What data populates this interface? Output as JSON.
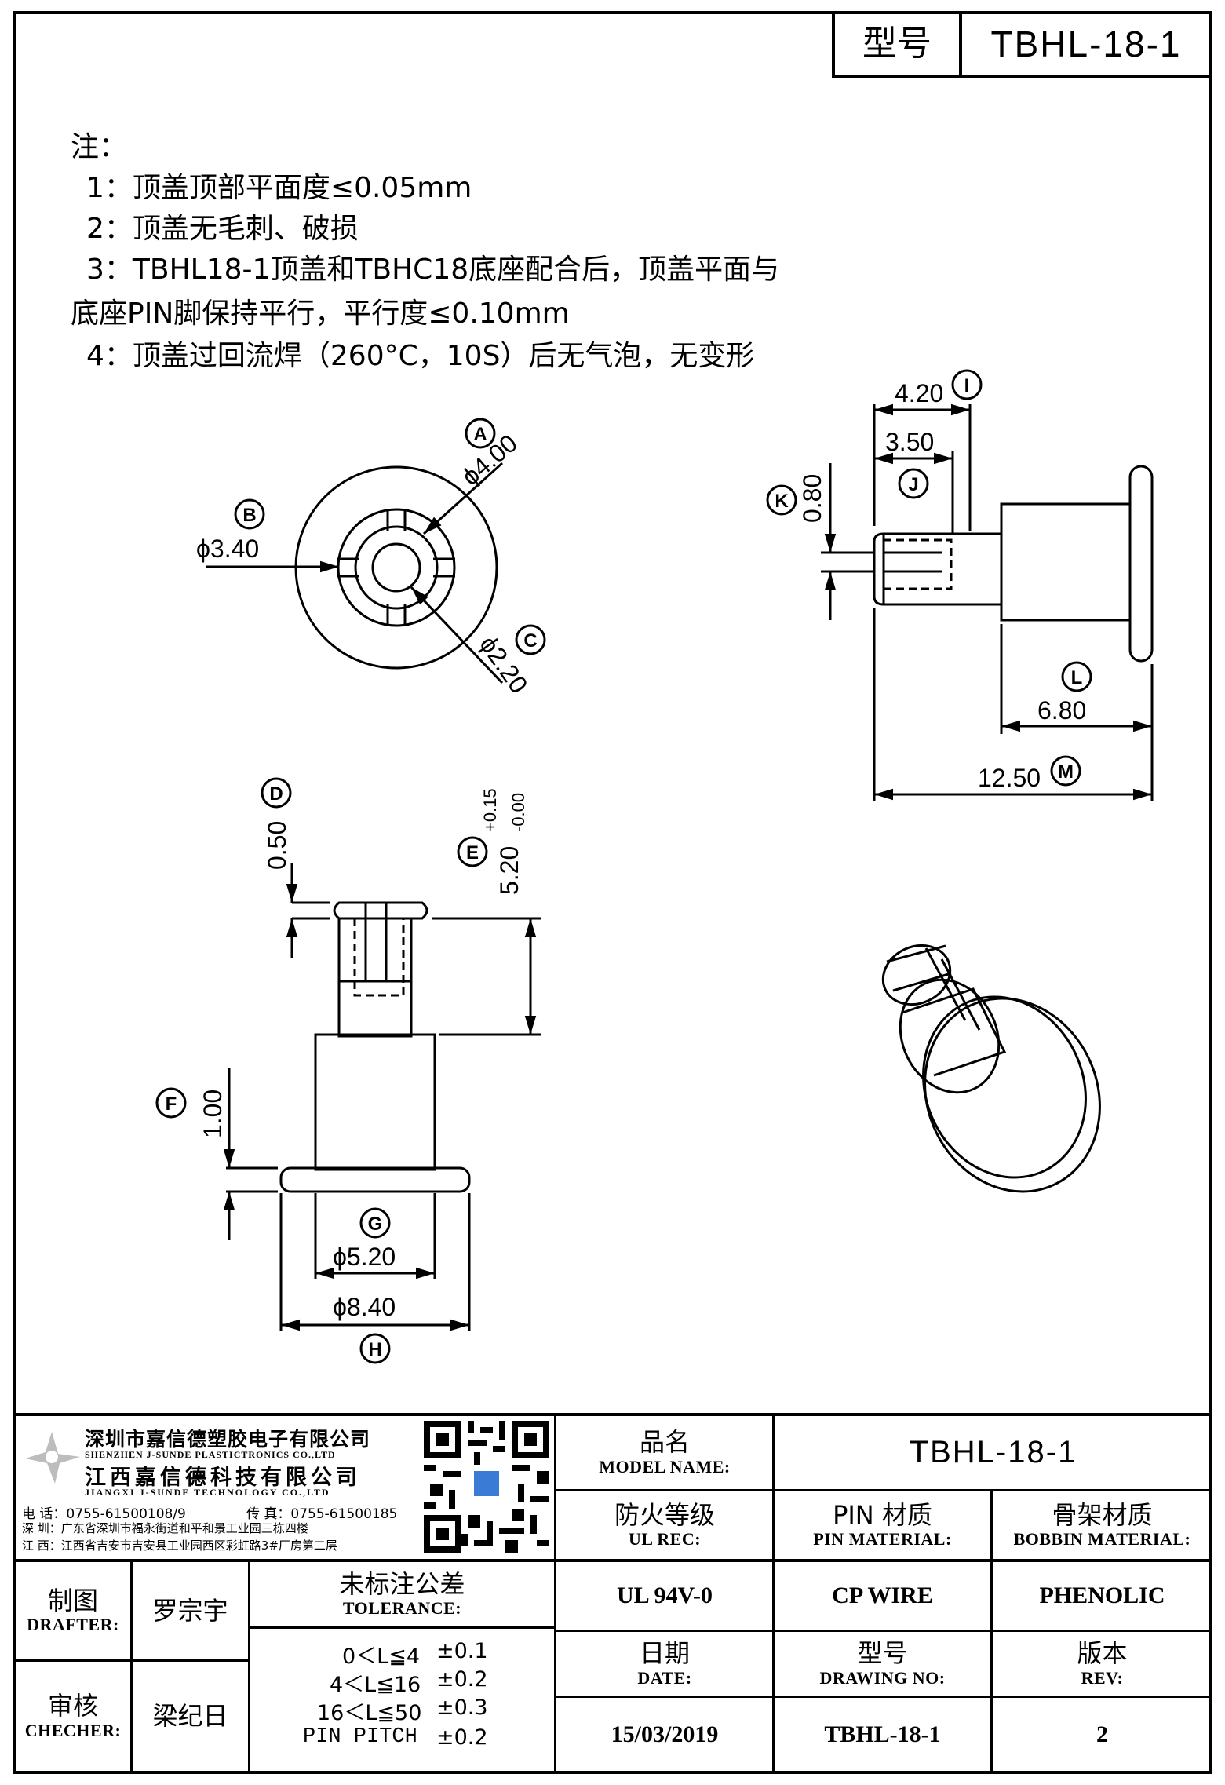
{
  "header": {
    "label": "型号",
    "model": "TBHL-18-1"
  },
  "notes": {
    "title": "注：",
    "lines": [
      "1：顶盖顶部平面度≤0.05mm",
      "2：顶盖无毛刺、破损",
      "3：TBHL18-1顶盖和TBHC18底座配合后，顶盖平面与",
      "底座PIN脚保持平行，平行度≤0.10mm",
      "4：顶盖过回流焊（260°C，10S）后无气泡，无变形"
    ]
  },
  "dimensions": {
    "A": {
      "tag": "A",
      "value": "ϕ4.00"
    },
    "B": {
      "tag": "B",
      "value": "ϕ3.40"
    },
    "C": {
      "tag": "C",
      "value": "ϕ2.20"
    },
    "D": {
      "tag": "D",
      "value": "0.50"
    },
    "E": {
      "tag": "E",
      "value": "5.20",
      "tol_plus": "+0.15",
      "tol_minus": "-0.00"
    },
    "F": {
      "tag": "F",
      "value": "1.00"
    },
    "G": {
      "tag": "G",
      "value": "ϕ5.20"
    },
    "H": {
      "tag": "H",
      "value": "ϕ8.40"
    },
    "I": {
      "tag": "I",
      "value": "4.20"
    },
    "J": {
      "tag": "J",
      "value": "3.50"
    },
    "K": {
      "tag": "K",
      "value": "0.80"
    },
    "L": {
      "tag": "L",
      "value": "6.80"
    },
    "M": {
      "tag": "M",
      "value": "12.50"
    }
  },
  "company": {
    "name_sz": "深圳市嘉信德塑胶电子有限公司",
    "name_sz_en": "SHENZHEN J-SUNDE PLASTICTRONICS CO.,LTD",
    "name_jx": "江西嘉信德科技有限公司",
    "name_jx_en": "JIANGXI J-SUNDE TECHNOLOGY CO.,LTD",
    "tel": "电 话：0755-61500108/9",
    "fax": "传 真：0755-61500185",
    "addr_sz": "深 圳：广东省深圳市福永街道和平和景工业园三栋四楼",
    "addr_jx": "江 西：江西省吉安市吉安县工业园西区彩虹路3#厂房第二层"
  },
  "title_block": {
    "model_name_cn": "品名",
    "model_name_en": "MODEL NAME:",
    "model_name_value": "TBHL-18-1",
    "ul_cn": "防火等级",
    "ul_en": "UL REC:",
    "ul_value": "UL 94V-0",
    "pin_cn": "PIN 材质",
    "pin_en": "PIN MATERIAL:",
    "pin_value": "CP WIRE",
    "bobbin_cn": "骨架材质",
    "bobbin_en": "BOBBIN MATERIAL:",
    "bobbin_value": "PHENOLIC",
    "drafter_cn": "制图",
    "drafter_en": "DRAFTER:",
    "drafter_value": "罗宗宇",
    "checker_cn": "审核",
    "checker_en": "CHECHER:",
    "checker_value": "梁纪日",
    "tolerance_cn": "未标注公差",
    "tolerance_en": "TOLERANCE:",
    "tolerance_rows": [
      {
        "range": "0＜L≦4",
        "tol": "±0.1"
      },
      {
        "range": "4＜L≦16",
        "tol": "±0.2"
      },
      {
        "range": "16＜L≦50",
        "tol": "±0.3"
      },
      {
        "range": "PIN PITCH",
        "tol": "±0.2"
      }
    ],
    "date_cn": "日期",
    "date_en": "DATE:",
    "date_value": "15/03/2019",
    "drawing_cn": "型号",
    "drawing_en": "DRAWING NO:",
    "drawing_value": "TBHL-18-1",
    "rev_cn": "版本",
    "rev_en": "REV:",
    "rev_value": "2"
  }
}
